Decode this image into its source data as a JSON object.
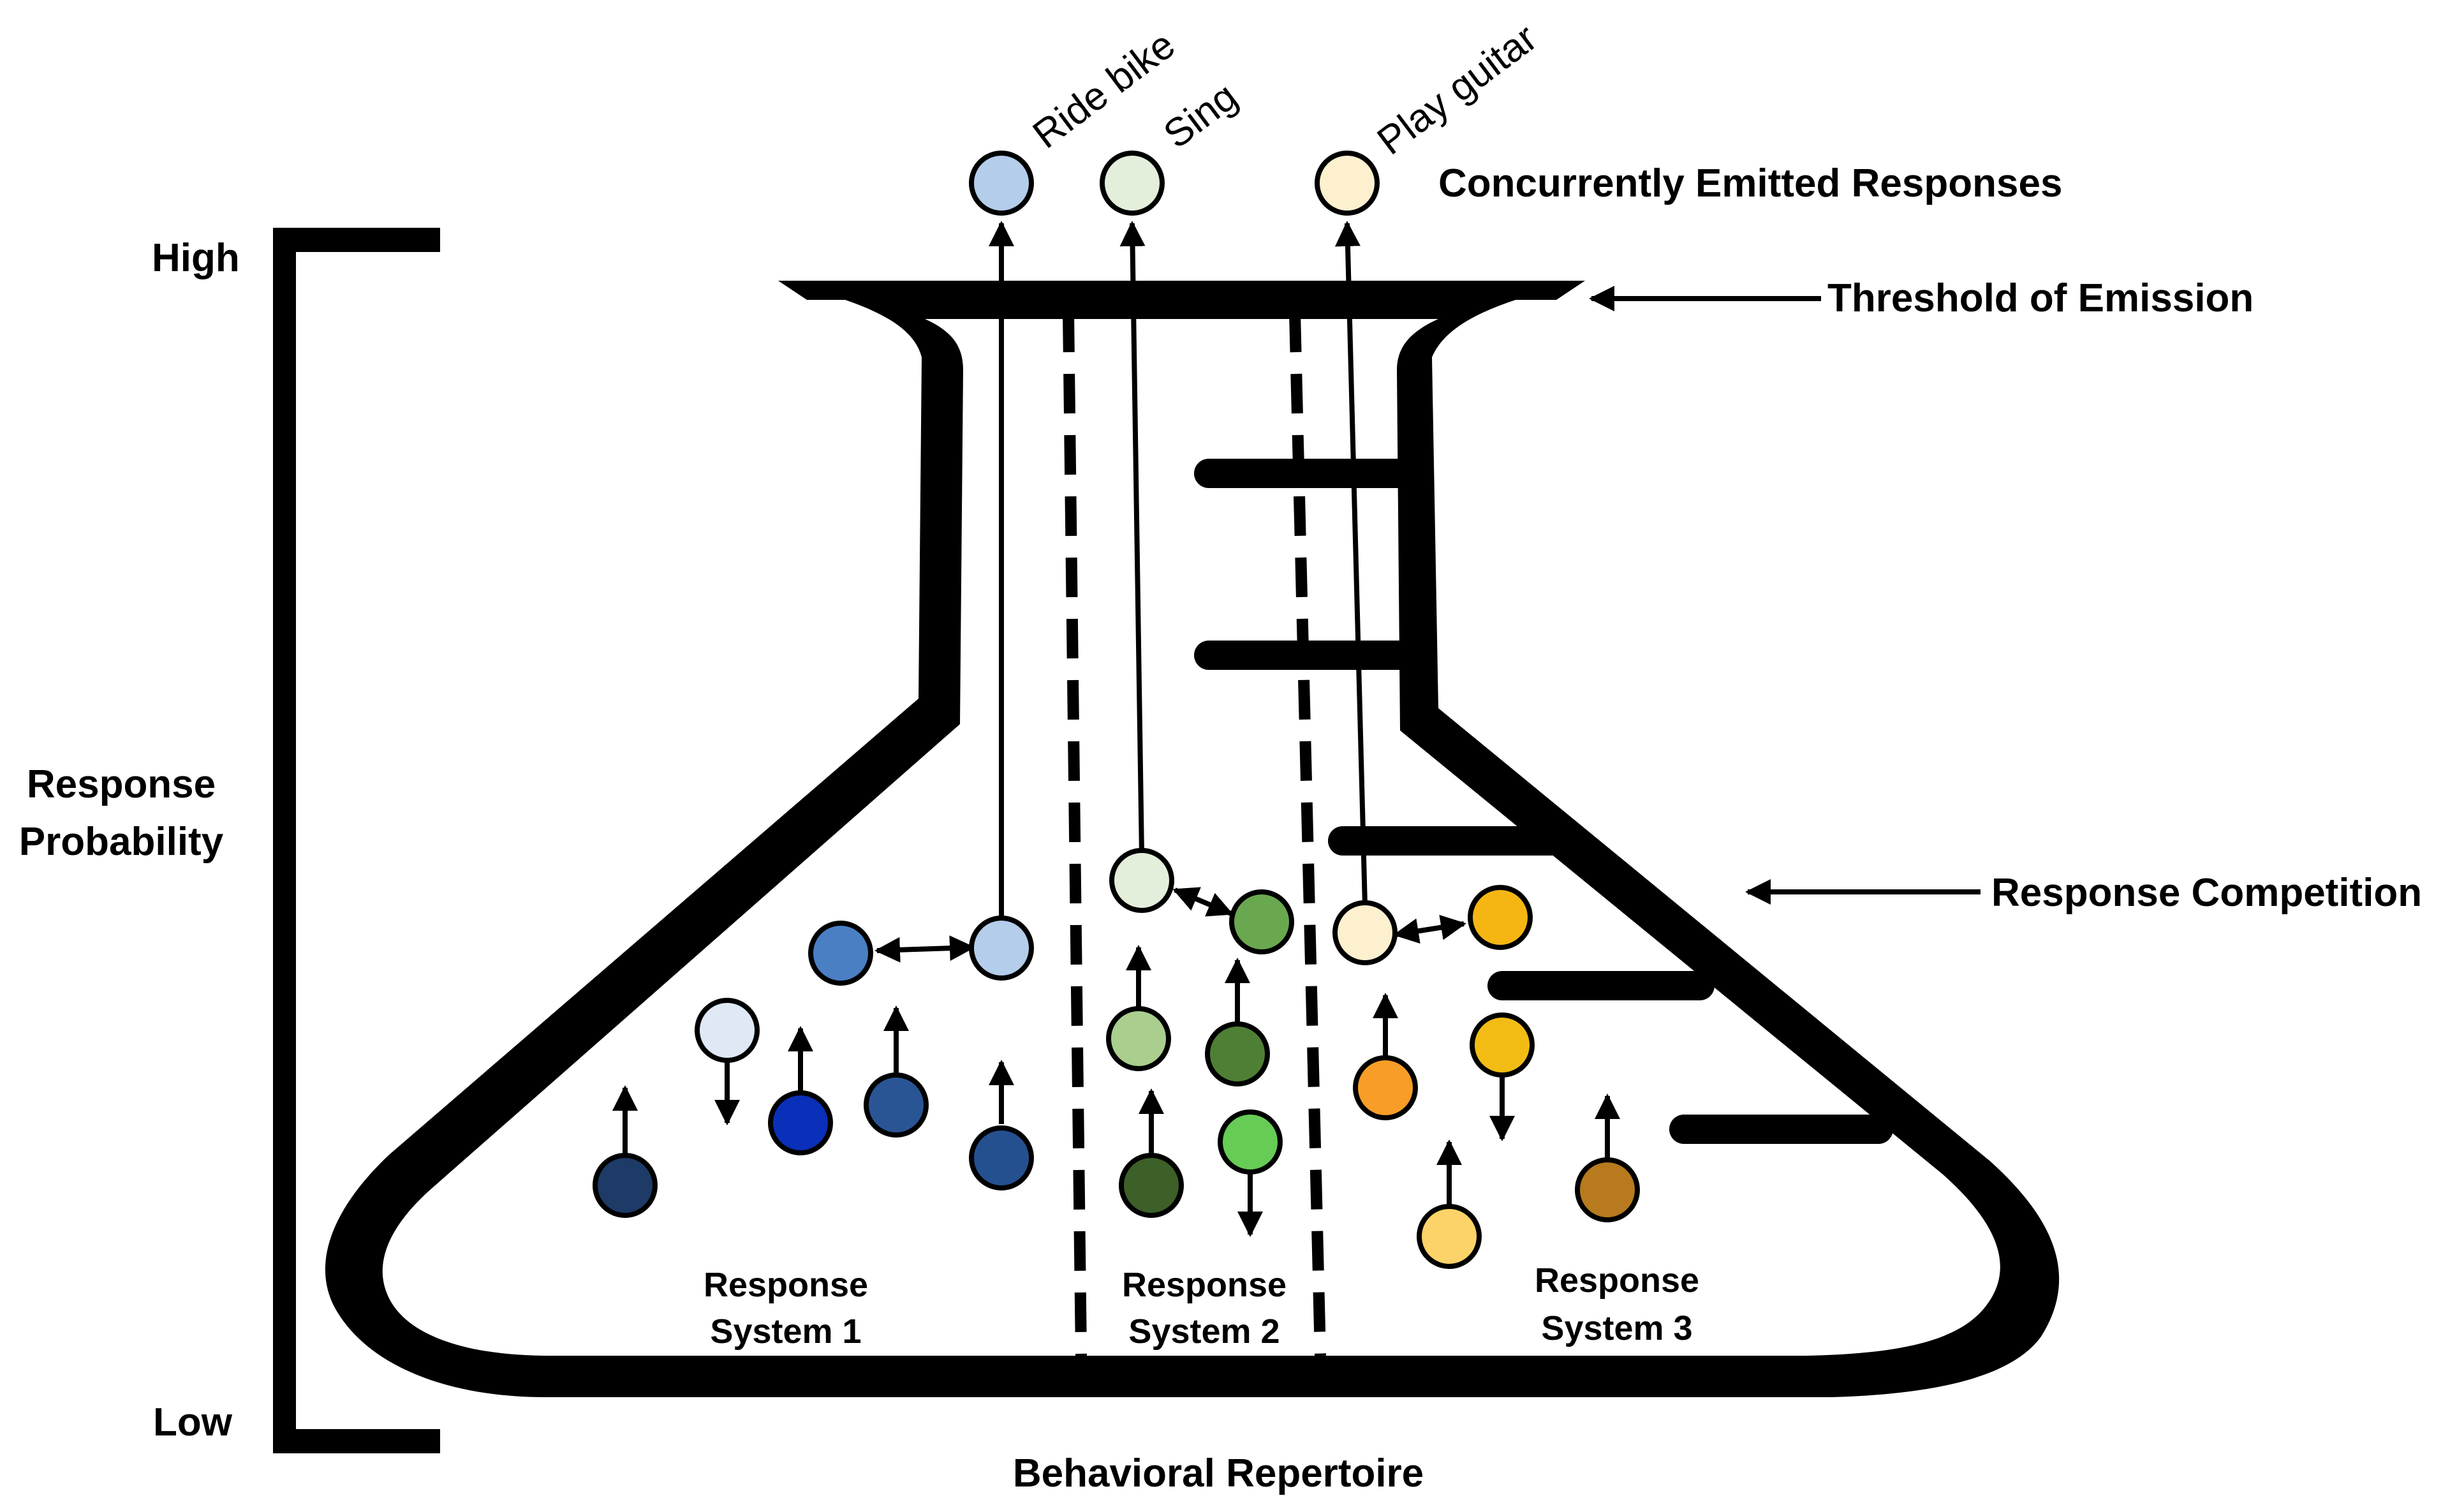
{
  "axis": {
    "high_label": "High",
    "low_label": "Low",
    "title_line1": "Response",
    "title_line2": "Probability"
  },
  "repertoire_label": "Behavioral Repertoire",
  "threshold_label": "Threshold of Emission",
  "competition_label": "Response Competition",
  "emitted_label": "Concurrently Emitted Responses",
  "emitted_responses": [
    {
      "label": "Ride bike",
      "color": "#b3cdea"
    },
    {
      "label": "Sing",
      "color": "#e3eedb"
    },
    {
      "label": "Play guitar",
      "color": "#fdf0cf"
    }
  ],
  "systems": [
    {
      "line1": "Response",
      "line2": "System 1"
    },
    {
      "line1": "Response",
      "line2": "System 2"
    },
    {
      "line1": "Response",
      "line2": "System 3"
    }
  ],
  "colors": {
    "system1": [
      "#b3cdea",
      "#4a7fc4",
      "#dfe8f5",
      "#0a2fb8",
      "#2a5595",
      "#25508f",
      "#1e3a66"
    ],
    "system2": [
      "#e3eedb",
      "#6aa84f",
      "#a9ce8e",
      "#4f7f34",
      "#3d5f28",
      "#66cc55"
    ],
    "system3": [
      "#fdf0cf",
      "#f5b614",
      "#f79d28",
      "#f3bc14",
      "#fcd368",
      "#b77a1e"
    ]
  }
}
